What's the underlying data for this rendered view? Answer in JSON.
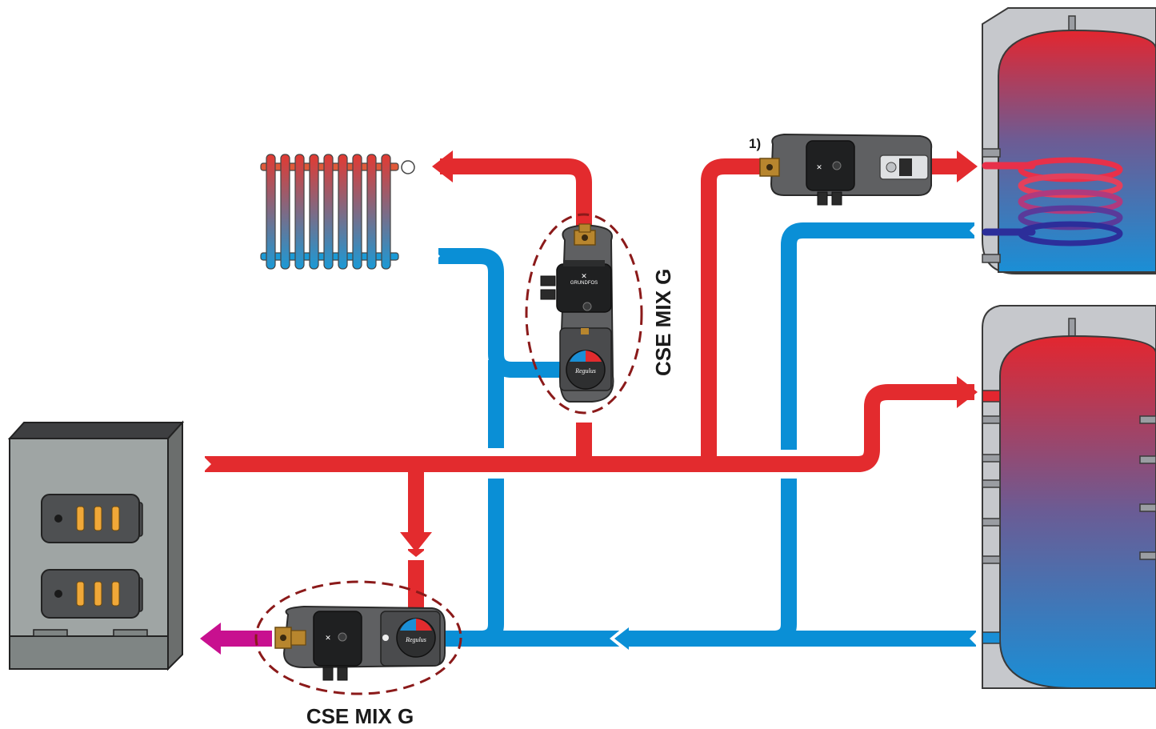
{
  "labels": {
    "mix_top": "CSE MIX G",
    "mix_bottom": "CSE MIX G",
    "footnote": "1)"
  },
  "pump_brand": "GRUNDFOS",
  "valve_brand": "Regulus",
  "colors": {
    "hot": "#e32b2e",
    "cold": "#0a8fd6",
    "return_boiler": "#c8108f",
    "pump_body": "#5f6062",
    "boiler_front": "#9fa5a4",
    "tank_shell": "#c6c8cc",
    "dashed_ring": "#8b1a1a"
  }
}
